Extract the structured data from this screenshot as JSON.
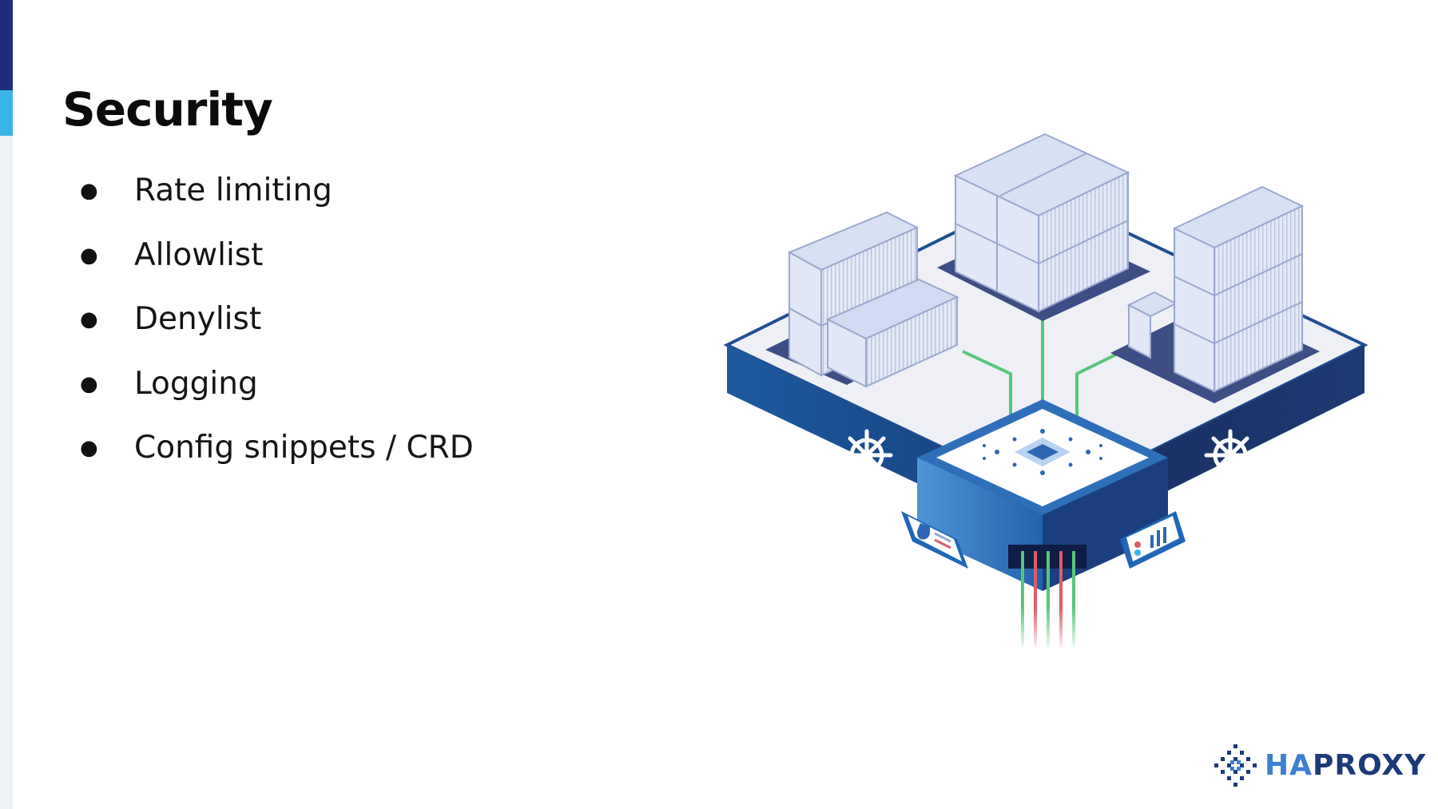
{
  "slide": {
    "title": "Security",
    "bullets": [
      "Rate limiting",
      "Allowlist",
      "Denylist",
      "Logging",
      "Config snippets / CRD"
    ]
  },
  "logo": {
    "prefix": "HA",
    "suffix": "PROXY"
  },
  "illustration": {
    "subject": "isometric kubernetes cluster with container stacks connected to a central load balancer",
    "icons": [
      "kubernetes-helm-icon",
      "shield-panel-icon",
      "chart-panel-icon",
      "network-mesh-icon"
    ]
  },
  "colors": {
    "accent_dark": "#1f2e7a",
    "accent_light": "#3ab4e8",
    "platform_blue": "#1e4f96",
    "platform_dark": "#14264f",
    "connector_green": "#56c77a",
    "connector_red": "#e05a6a",
    "logo_blue": "#1c3a7a"
  }
}
